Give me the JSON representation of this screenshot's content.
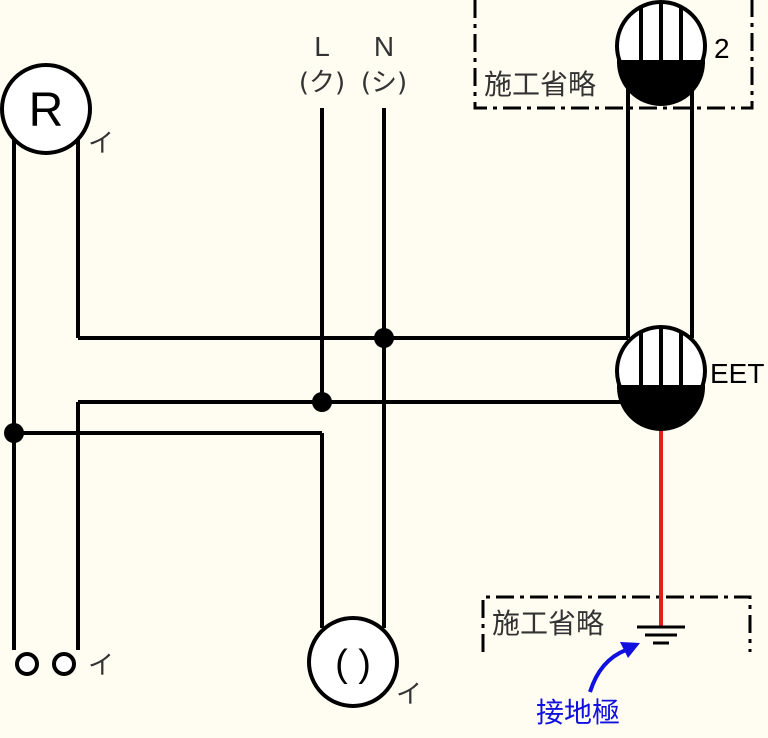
{
  "colors": {
    "background": "#FFFCF2",
    "wire": "#000000",
    "ground_wire": "#E02020",
    "label": "#333333",
    "annotation": "#1010E0"
  },
  "lamp": {
    "symbol": "R",
    "mark": "イ"
  },
  "switch": {
    "mark": "イ"
  },
  "outlet": {
    "symbol": "(  )",
    "mark": "イ"
  },
  "power_source": {
    "line": {
      "name": "L",
      "color": "(ク)"
    },
    "neutral": {
      "name": "N",
      "color": "(シ)"
    }
  },
  "outlet_top": {
    "count": "2"
  },
  "outlet_eet": {
    "label": "EET"
  },
  "omit_top": {
    "label": "施工省略"
  },
  "omit_bottom": {
    "label": "施工省略"
  },
  "ground": {
    "label": "接地極"
  }
}
